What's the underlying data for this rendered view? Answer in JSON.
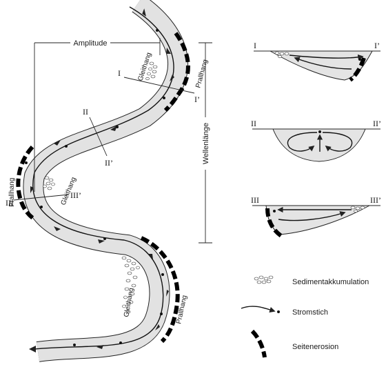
{
  "labels": {
    "amplitude": "Amplitude",
    "wavelength": "Wellenlänge",
    "point_bar": "Gleithang",
    "cut_bank": "Prallhang"
  },
  "sections": {
    "s1_start": "I",
    "s1_end": "I’",
    "s2_start": "II",
    "s2_end": "II’",
    "s3_start": "III",
    "s3_end": "III’"
  },
  "legend": {
    "sediment": "Sedimentakkumulation",
    "current": "Stromstich",
    "erosion": "Seitenerosion"
  },
  "colors": {
    "river_fill": "#e2e2e2",
    "erosion": "#000000",
    "cross_section_fill": "#e4e4e4"
  }
}
